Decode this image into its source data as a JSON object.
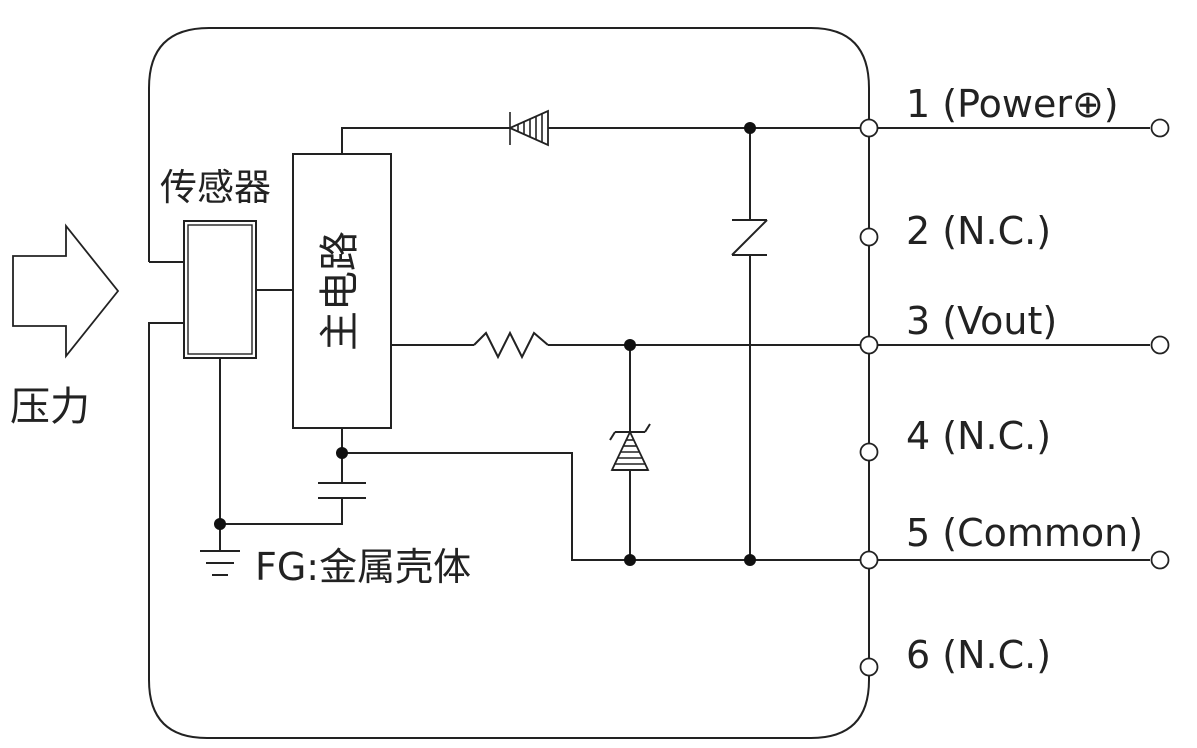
{
  "labels": {
    "pressure": "压力",
    "sensor": "传感器",
    "main_circuit": "主电路",
    "fg": "FG:金属壳体"
  },
  "pins": [
    {
      "label": "1 (Power⊕)"
    },
    {
      "label": "2 (N.C.)"
    },
    {
      "label": "3 (Vout)"
    },
    {
      "label": "4 (N.C.)"
    },
    {
      "label": "5 (Common)"
    },
    {
      "label": "6 (N.C.)"
    }
  ],
  "colors": {
    "line": "#222222",
    "background": "#ffffff"
  }
}
